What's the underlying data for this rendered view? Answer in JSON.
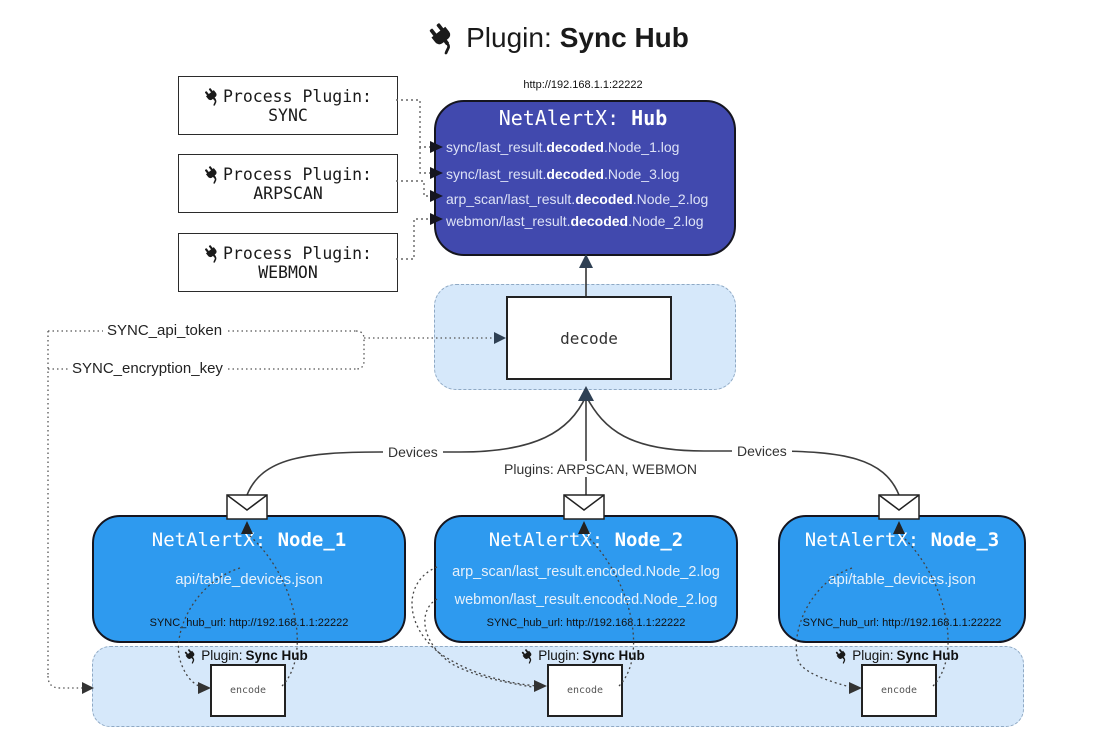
{
  "title": {
    "prefix": "Plugin:",
    "name": "Sync Hub"
  },
  "process_plugins": [
    {
      "label": "Process Plugin:",
      "name": "SYNC"
    },
    {
      "label": "Process Plugin:",
      "name": "ARPSCAN"
    },
    {
      "label": "Process Plugin:",
      "name": "WEBMON"
    }
  ],
  "hub": {
    "url": "http://192.168.1.1:22222",
    "title_prefix": "NetAlertX:",
    "title_name": "Hub",
    "files": [
      {
        "pre": "sync/last_result.",
        "bold": "decoded",
        "post": ".Node_1.log"
      },
      {
        "pre": "sync/last_result.",
        "bold": "decoded",
        "post": ".Node_3.log"
      },
      {
        "pre": "arp_scan/last_result.",
        "bold": "decoded",
        "post": ".Node_2.log"
      },
      {
        "pre": "webmon/last_result.",
        "bold": "decoded",
        "post": ".Node_2.log"
      }
    ]
  },
  "decode": {
    "label": "decode"
  },
  "config_labels": {
    "api_token": "SYNC_api_token",
    "encryption_key": "SYNC_encryption_key"
  },
  "edge_labels": {
    "left": "Devices",
    "middle": "Plugins: ARPSCAN, WEBMON",
    "right": "Devices"
  },
  "nodes": [
    {
      "title_prefix": "NetAlertX:",
      "title_name": "Node_1",
      "files": [
        "api/table_devices.json"
      ],
      "hub_url": "SYNC_hub_url: http://192.168.1.1:22222"
    },
    {
      "title_prefix": "NetAlertX:",
      "title_name": "Node_2",
      "files": [
        "arp_scan/last_result.encoded.Node_2.log",
        "webmon/last_result.encoded.Node_2.log"
      ],
      "hub_url": "SYNC_hub_url: http://192.168.1.1:22222"
    },
    {
      "title_prefix": "NetAlertX:",
      "title_name": "Node_3",
      "files": [
        "api/table_devices.json"
      ],
      "hub_url": "SYNC_hub_url: http://192.168.1.1:22222"
    }
  ],
  "encode_strip": {
    "plugin_prefix": "Plugin:",
    "plugin_name": "Sync Hub",
    "encode_label": "encode"
  },
  "colors": {
    "hub_fill": "#4149AE",
    "node_fill": "#2E9AEF",
    "panel_fill": "#D6E8FA",
    "panel_border": "#8FA9C4",
    "arrow_dark": "#2F4053"
  }
}
